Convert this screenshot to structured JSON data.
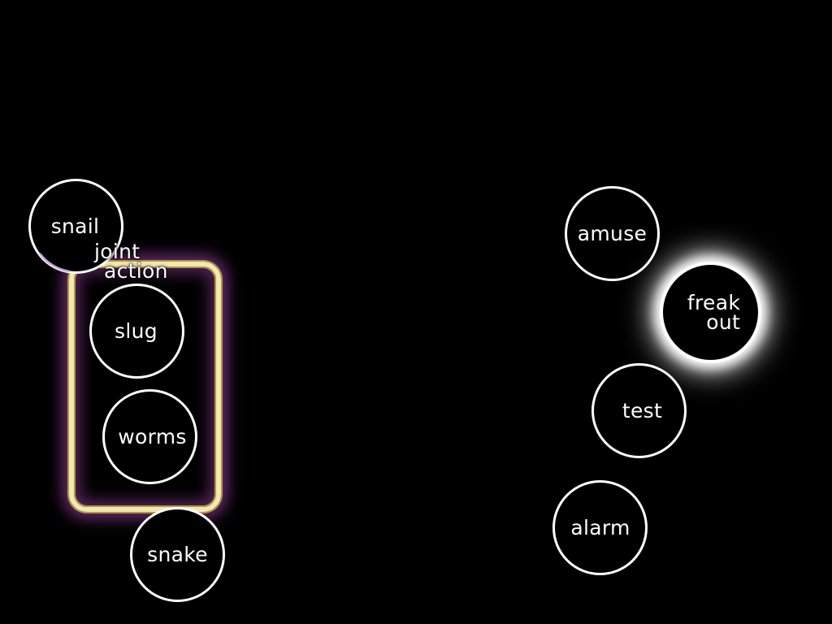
{
  "group": {
    "label_line1": "joint",
    "label_line2": "action",
    "border_color": "#f1e8b2",
    "glow_color": "#8c3c96"
  },
  "nodes": {
    "snail": "snail",
    "slug": "slug",
    "worms": "worms",
    "snake": "snake",
    "amuse": "amuse",
    "freak_line1": "freak",
    "freak_line2": "out",
    "test": "test",
    "alarm": "alarm"
  },
  "colors": {
    "background": "#000000",
    "node_border": "#ffffff",
    "text": "#ffffff",
    "highlight_glow": "#ffffff"
  }
}
